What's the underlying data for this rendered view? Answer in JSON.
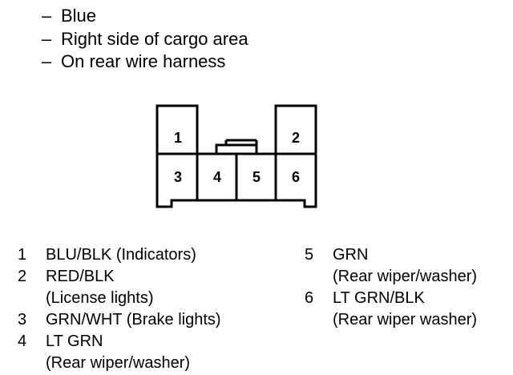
{
  "info_lines": [
    {
      "dash": "–",
      "text": "Blue"
    },
    {
      "dash": "–",
      "text": "Right side of cargo area"
    },
    {
      "dash": "–",
      "text": "On rear wire harness"
    }
  ],
  "connector": {
    "pins": [
      "1",
      "2",
      "3",
      "4",
      "5",
      "6"
    ]
  },
  "legend": {
    "left": [
      {
        "num": "1",
        "line1": "BLU/BLK (Indicators)",
        "line2": ""
      },
      {
        "num": "2",
        "line1": "RED/BLK",
        "line2": "(License lights)"
      },
      {
        "num": "3",
        "line1": "GRN/WHT (Brake lights)",
        "line2": ""
      },
      {
        "num": "4",
        "line1": "LT GRN",
        "line2": "(Rear wiper/washer)"
      }
    ],
    "right": [
      {
        "num": "5",
        "line1": "GRN",
        "line2": "(Rear wiper/washer)"
      },
      {
        "num": "6",
        "line1": "LT GRN/BLK",
        "line2": "(Rear wiper washer)"
      }
    ]
  }
}
